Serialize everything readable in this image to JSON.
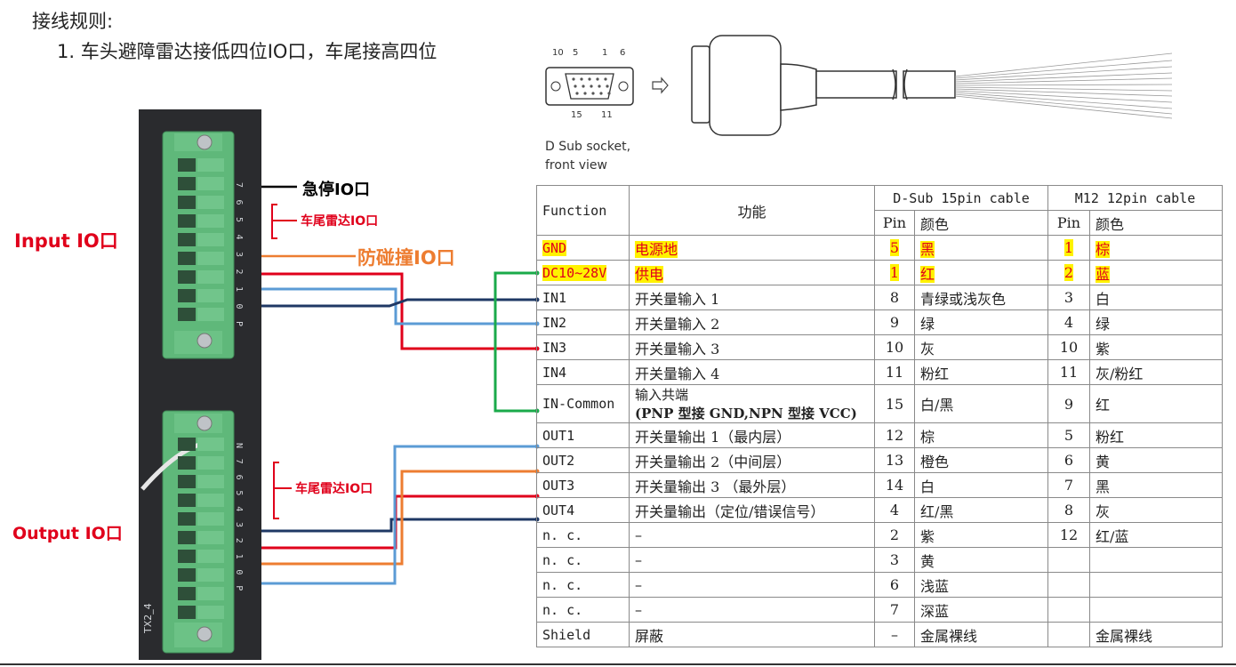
{
  "header": {
    "title": "接线规则:",
    "rule": "1. 车头避障雷达接低四位IO口，车尾接高四位"
  },
  "connector_drawing": {
    "pin_labels_top": [
      "10",
      "5",
      "1",
      "6"
    ],
    "pin_labels_bottom": [
      "15",
      "11"
    ],
    "caption_line1": "D Sub socket,",
    "caption_line2": "front view"
  },
  "labels": {
    "input_io": "Input IO口",
    "output_io": "Output IO口",
    "estop_io": "急停IO口",
    "rear_radar_in": "车尾雷达IO口",
    "anti_collision_io": "防碰撞IO口",
    "rear_radar_out": "车尾雷达IO口"
  },
  "terminal_labels": {
    "input_pins": [
      "7",
      "6",
      "5",
      "4",
      "3",
      "2",
      "1",
      "0",
      "P"
    ],
    "output_pins": [
      "N",
      "7",
      "6",
      "5",
      "4",
      "3",
      "2",
      "1",
      "0",
      "P"
    ],
    "side_code": "TX2_4"
  },
  "colors": {
    "red_label": "#e0001b",
    "orange_label": "#ed7d31",
    "wire_red": "#e0001b",
    "wire_blue_light": "#5b9bd5",
    "wire_navy": "#1f3864",
    "wire_orange": "#ed7d31",
    "wire_green": "#1aaa4a",
    "highlight": "#fff200"
  },
  "table": {
    "headers": {
      "function": "Function",
      "gongneng": "功能",
      "dsub": "D-Sub 15pin cable",
      "m12": "M12 12pin cable",
      "pin": "Pin",
      "color": "颜色",
      "pin2": "Pin",
      "color2": "颜色"
    },
    "rows": [
      {
        "function": "GND",
        "desc": "电源地",
        "dsub_pin": "5",
        "dsub_color": "黑",
        "m12_pin": "1",
        "m12_color": "棕"
      },
      {
        "function": "DC10~28V",
        "desc": "供电",
        "dsub_pin": "1",
        "dsub_color": "红",
        "m12_pin": "2",
        "m12_color": "蓝"
      },
      {
        "function": "IN1",
        "desc": "开关量输入 1",
        "dsub_pin": "8",
        "dsub_color": "青绿或浅灰色",
        "m12_pin": "3",
        "m12_color": "白"
      },
      {
        "function": "IN2",
        "desc": "开关量输入 2",
        "dsub_pin": "9",
        "dsub_color": "绿",
        "m12_pin": "4",
        "m12_color": "绿"
      },
      {
        "function": "IN3",
        "desc": "开关量输入 3",
        "dsub_pin": "10",
        "dsub_color": "灰",
        "m12_pin": "10",
        "m12_color": "紫"
      },
      {
        "function": "IN4",
        "desc": "开关量输入 4",
        "dsub_pin": "11",
        "dsub_color": "粉红",
        "m12_pin": "11",
        "m12_color": "灰/粉红"
      },
      {
        "function": "IN-Common",
        "desc": "输入共端",
        "desc2": "(PNP 型接 GND,NPN 型接 VCC)",
        "dsub_pin": "15",
        "dsub_color": "白/黑",
        "m12_pin": "9",
        "m12_color": "红"
      },
      {
        "function": "OUT1",
        "desc": "开关量输出 1（最内层）",
        "dsub_pin": "12",
        "dsub_color": "棕",
        "m12_pin": "5",
        "m12_color": "粉红"
      },
      {
        "function": "OUT2",
        "desc": "开关量输出 2（中间层）",
        "dsub_pin": "13",
        "dsub_color": "橙色",
        "m12_pin": "6",
        "m12_color": "黄"
      },
      {
        "function": "OUT3",
        "desc": "开关量输出 3 （最外层）",
        "dsub_pin": "14",
        "dsub_color": "白",
        "m12_pin": "7",
        "m12_color": "黑"
      },
      {
        "function": "OUT4",
        "desc": "开关量输出（定位/错误信号）",
        "dsub_pin": "4",
        "dsub_color": "红/黑",
        "m12_pin": "8",
        "m12_color": "灰"
      },
      {
        "function": "n. c.",
        "desc": "–",
        "dsub_pin": "2",
        "dsub_color": "紫",
        "m12_pin": "12",
        "m12_color": "红/蓝"
      },
      {
        "function": "n. c.",
        "desc": "–",
        "dsub_pin": "3",
        "dsub_color": "黄",
        "m12_pin": "",
        "m12_color": ""
      },
      {
        "function": "n. c.",
        "desc": "–",
        "dsub_pin": "6",
        "dsub_color": "浅蓝",
        "m12_pin": "",
        "m12_color": ""
      },
      {
        "function": "n. c.",
        "desc": "–",
        "dsub_pin": "7",
        "dsub_color": "深蓝",
        "m12_pin": "",
        "m12_color": ""
      },
      {
        "function": "Shield",
        "desc": "屏蔽",
        "dsub_pin": "–",
        "dsub_color": "金属裸线",
        "m12_pin": "",
        "m12_color": "金属裸线"
      }
    ]
  }
}
